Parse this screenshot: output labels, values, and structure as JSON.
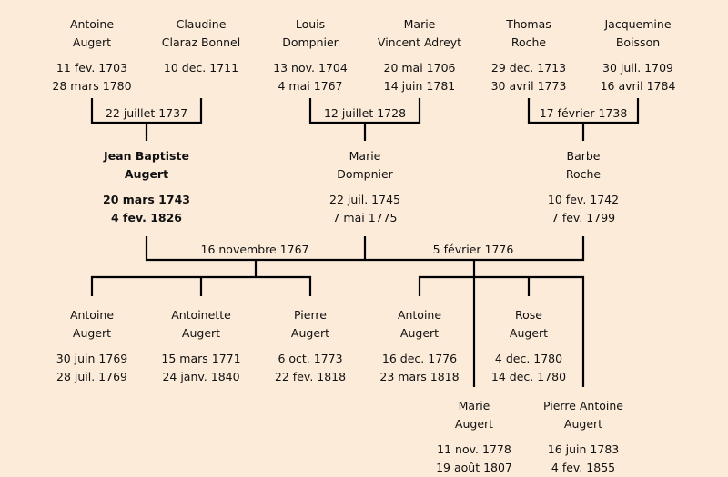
{
  "grandparents": [
    {
      "first": "Antoine",
      "last": "Augert",
      "birth": "11 fev. 1703",
      "death": "28 mars 1780"
    },
    {
      "first": "Claudine",
      "last": "Claraz Bonnel",
      "birth": "10 dec. 1711",
      "death": ""
    },
    {
      "first": "Louis",
      "last": "Dompnier",
      "birth": "13 nov. 1704",
      "death": "4 mai 1767"
    },
    {
      "first": "Marie",
      "last": "Vincent Adreyt",
      "birth": "20 mai 1706",
      "death": "14 juin 1781"
    },
    {
      "first": "Thomas",
      "last": "Roche",
      "birth": "29 dec. 1713",
      "death": "30 avril 1773"
    },
    {
      "first": "Jacquemine",
      "last": "Boisson",
      "birth": "30 juil. 1709",
      "death": "16 avril 1784"
    }
  ],
  "grandparent_marriages": [
    "22 juillet 1737",
    "12 juillet 1728",
    "17 février 1738"
  ],
  "parents": [
    {
      "first": "Jean Baptiste",
      "last": "Augert",
      "birth": "20 mars 1743",
      "death": "4 fev. 1826",
      "bold": true
    },
    {
      "first": "Marie",
      "last": "Dompnier",
      "birth": "22 juil. 1745",
      "death": "7 mai 1775"
    },
    {
      "first": "Barbe",
      "last": "Roche",
      "birth": "10 fev. 1742",
      "death": "7 fev. 1799"
    }
  ],
  "parent_marriages": [
    "16 novembre 1767",
    "5 février 1776"
  ],
  "children": [
    {
      "first": "Antoine",
      "last": "Augert",
      "birth": "30 juin 1769",
      "death": "28 juil. 1769"
    },
    {
      "first": "Antoinette",
      "last": "Augert",
      "birth": "15 mars 1771",
      "death": "24 janv. 1840"
    },
    {
      "first": "Pierre",
      "last": "Augert",
      "birth": "6 oct. 1773",
      "death": "22 fev. 1818"
    },
    {
      "first": "Antoine",
      "last": "Augert",
      "birth": "16 dec. 1776",
      "death": "23 mars 1818"
    },
    {
      "first": "Rose",
      "last": "Augert",
      "birth": "4 dec. 1780",
      "death": "14 dec. 1780"
    },
    {
      "first": "Marie",
      "last": "Augert",
      "birth": "11 nov. 1778",
      "death": "19 août 1807"
    },
    {
      "first": "Pierre Antoine",
      "last": "Augert",
      "birth": "16 juin 1783",
      "death": "4 fev. 1855"
    }
  ],
  "colors": {
    "background": "#fcebd9",
    "line": "#000000",
    "text": "#111111"
  }
}
